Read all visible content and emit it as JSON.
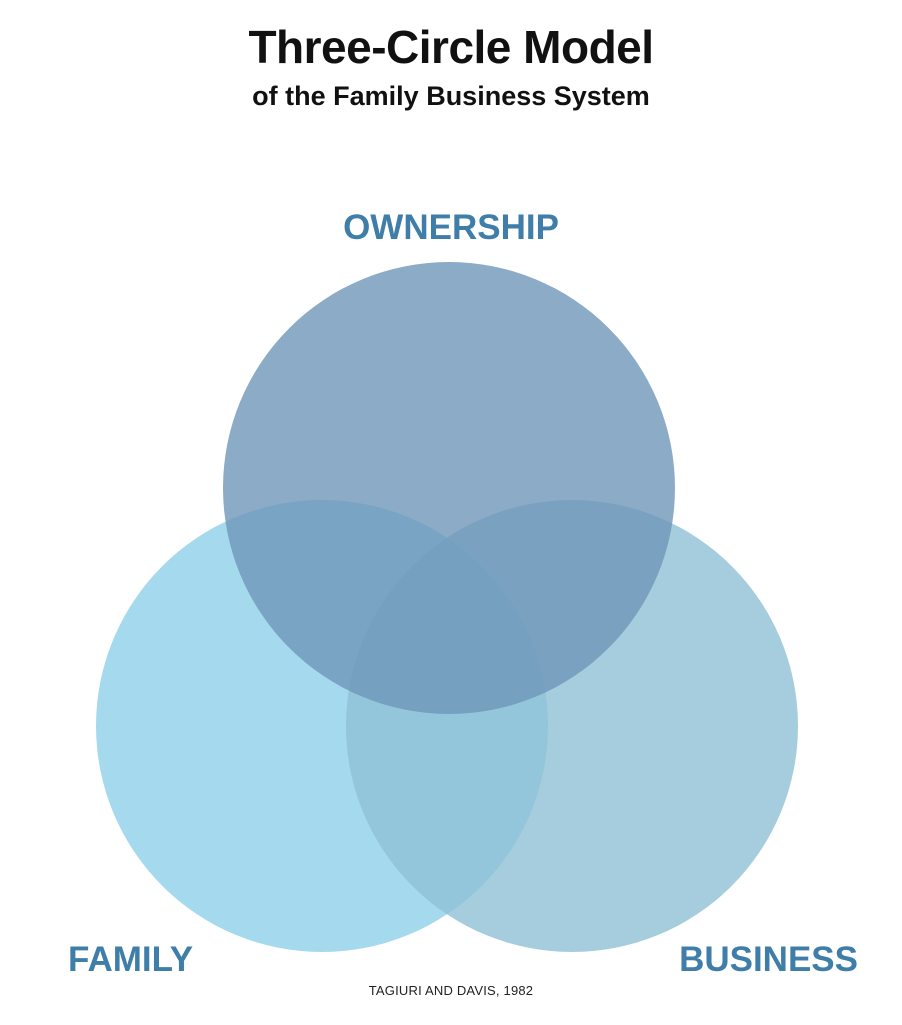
{
  "title": "Three-Circle Model",
  "subtitle": "of the Family Business System",
  "labels": {
    "ownership": "OWNERSHIP",
    "family": "FAMILY",
    "business": "BUSINESS"
  },
  "citation": "TAGIURI AND DAVIS, 1982",
  "colors": {
    "label_text": "#3f7ea8",
    "ownership_circle": "#6f96b8",
    "family_circle": "#8fd0ea",
    "business_circle": "#8fc1d6"
  }
}
